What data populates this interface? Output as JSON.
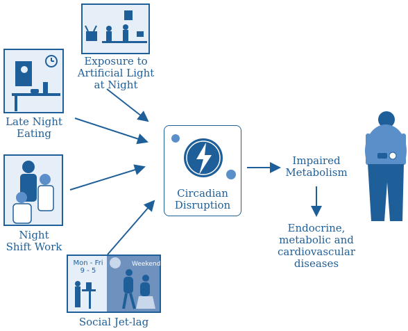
{
  "colors": {
    "primary": "#1f5f99",
    "panel": "#e6eef7",
    "accent": "#5b8fc9"
  },
  "labels": {
    "artificial_light": [
      "Exposure to",
      "Artificial Light",
      "at Night"
    ],
    "late_night_eating": [
      "Late Night",
      "Eating"
    ],
    "night_shift": [
      "Night",
      "Shift Work"
    ],
    "social_jetlag": "Social Jet-lag",
    "circadian": [
      "Circadian",
      "Disruption"
    ],
    "metabolism": [
      "Impaired",
      "Metabolism"
    ],
    "diseases": [
      "Endocrine,",
      "metabolic and",
      "cardiovascular",
      "diseases"
    ]
  },
  "jetlag_panel": {
    "weekday": [
      "Mon - Fri",
      "9 - 5"
    ],
    "weekend": "Weekend"
  },
  "icons": [
    "bed-window-icon",
    "clock-icon",
    "doctor-icon",
    "lightning-icon",
    "sun-icon",
    "globe-icon",
    "person-icon"
  ]
}
